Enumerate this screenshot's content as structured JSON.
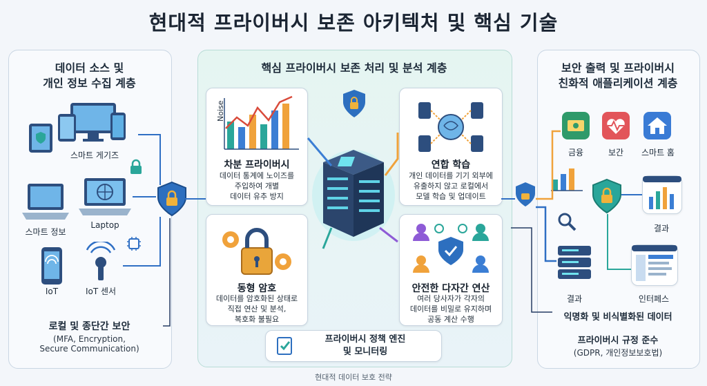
{
  "title": "현대적 프라이버시 보존 아키텍처 및 핵심 기술",
  "left": {
    "title_line1": "데이터 소스 및",
    "title_line2": "개인 정보 수집 계층",
    "devices": [
      {
        "label": "스마트 게기즈",
        "icon": "smart-devices-icon"
      },
      {
        "label": "스마트 정보",
        "icon": "laptop-icon"
      },
      {
        "label": "Laptop",
        "icon": "laptop-icon"
      },
      {
        "label": "IoT",
        "icon": "iot-phone-icon"
      },
      {
        "label": "IoT 센서",
        "icon": "iot-sensor-icon"
      }
    ],
    "security_title": "로컬 및 종단간 보안",
    "security_desc_line1": "(MFA, Encryption,",
    "security_desc_line2": "Secure Communication)"
  },
  "middle": {
    "title": "핵심 프라이버시 보존 처리 및 분석 계층",
    "cards": [
      {
        "title": "차분 프라이버시",
        "line1": "데이터 통계에 노이즈를",
        "line2": "주입하여 개별",
        "line3": "데이터 유추 방지",
        "chart_label": "Noise"
      },
      {
        "title": "연합 학습",
        "line1": "개인 데이터를 기기 외부에",
        "line2": "유출하지 않고 로컬에서",
        "line3": "모델 학습 및 업데이트"
      },
      {
        "title": "동형 암호",
        "line1": "데이터를 암호화된 상태로",
        "line2": "직접 연산 및 분석,",
        "line3": "복호화 불필요"
      },
      {
        "title": "안전한 다자간 연산",
        "line1": "여러 당사자가 각자의",
        "line2": "데이터를 비밀로 유지하며",
        "line3": "공동 계산 수행"
      }
    ],
    "policy_line1": "프라이버시 정책 엔진",
    "policy_line2": "및 모니터링"
  },
  "right": {
    "title_line1": "보안 출력 및 프라이버시",
    "title_line2": "친화적 애플리케이션 계층",
    "apps": [
      {
        "label": "금융",
        "icon": "finance-icon",
        "color": "#2f9a6a"
      },
      {
        "label": "보간",
        "icon": "health-icon",
        "color": "#e2555a"
      },
      {
        "label": "스마트 홈",
        "icon": "smart-home-icon",
        "color": "#3a7bd5"
      }
    ],
    "result_top": "결과",
    "result_bottom": "결과",
    "interface": "인터페스",
    "anon_data": "익명화 및 비식별화된 데이터",
    "compliance_title": "프라이버시 규정 준수",
    "compliance_desc": "(GDPR, 개인정보보호법)"
  },
  "footer": "현대적 데이터 보호 전략",
  "colors": {
    "primary": "#2f6fc4",
    "teal": "#2aa69a",
    "orange": "#f0a23b",
    "purple": "#8e5bd6",
    "navy": "#243b63"
  }
}
